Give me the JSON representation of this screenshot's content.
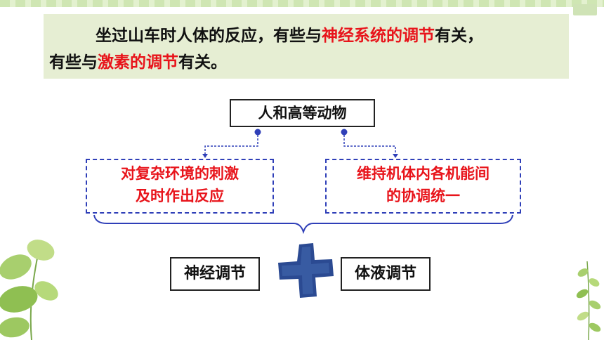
{
  "banner": {
    "line1_a": "坐过山车时人体的反应，有些与",
    "line1_red": "神经系统的调节",
    "line1_b": "有关，",
    "line2_a": "有些与",
    "line2_red": "激素的调节",
    "line2_b": "有关。"
  },
  "diagram": {
    "root": "人和高等动物",
    "left_box_line1": "对复杂环境的刺激",
    "left_box_line2": "及时作出反应",
    "right_box_line1": "维持机体内各机能间",
    "right_box_line2": "的协调统一",
    "neural": "神经调节",
    "humoral": "体液调节"
  },
  "colors": {
    "accent_red": "#e8141b",
    "dash_blue": "#2f3fb8",
    "banner_bg": "#e6eed3",
    "plus_blue": "#2b4a92"
  },
  "icons": [
    "plus-icon",
    "leaf-decoration-icon"
  ]
}
